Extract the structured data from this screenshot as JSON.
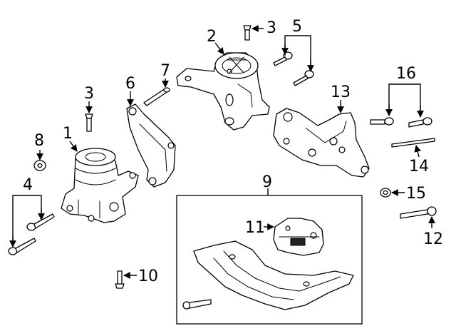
{
  "callouts": {
    "c1": "1",
    "c2": "2",
    "c3a": "3",
    "c3b": "3",
    "c4": "4",
    "c5": "5",
    "c6": "6",
    "c7": "7",
    "c8": "8",
    "c9": "9",
    "c10": "10",
    "c11": "11",
    "c12": "12",
    "c13": "13",
    "c14": "14",
    "c15": "15",
    "c16": "16"
  }
}
